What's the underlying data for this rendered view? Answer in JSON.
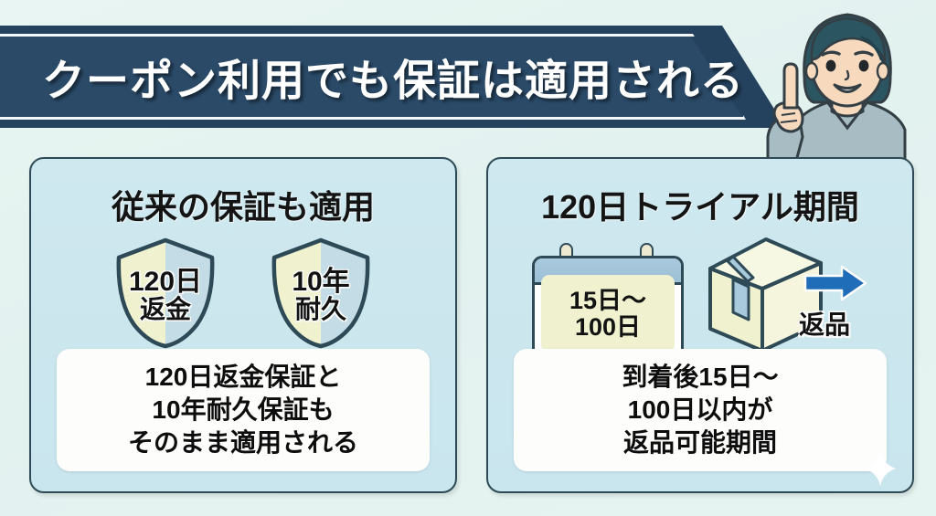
{
  "banner": {
    "title": "クーポン利用でも保証は適用される",
    "bg_color": "#24415e"
  },
  "illustration": {
    "person_name": "pointing-woman-illustration",
    "hair_color": "#2c5562",
    "skin_color": "#f7d9bd",
    "shirt_color": "#a8bcc4"
  },
  "cards": [
    {
      "id": "traditional-warranty",
      "title": "従来の保証も適用",
      "badges": [
        {
          "icon": "shield-icon",
          "line1": "120日",
          "line2": "返金"
        },
        {
          "icon": "shield-icon",
          "line1": "10年",
          "line2": "耐久"
        }
      ],
      "description_lines": [
        "120日返金保証と",
        "10年耐久保証も",
        "そのまま適用される"
      ]
    },
    {
      "id": "trial-period",
      "title": "120日トライアル期間",
      "calendar": {
        "icon": "calendar-icon",
        "line1": "15日〜",
        "line2": "100日"
      },
      "package": {
        "icon": "package-box-icon",
        "arrow_icon": "arrow-right-icon",
        "arrow_color": "#1f6cb8",
        "label": "返品"
      },
      "description_lines": [
        "到着後15日〜",
        "100日以内が",
        "返品可能期間"
      ]
    }
  ],
  "theme": {
    "background": "#e4f3f0",
    "card_background": "#cbe6ef",
    "card_border": "#2e4a57",
    "shield_left_fill": "#eff1cf",
    "shield_right_fill": "#c3dce6",
    "accent_blue": "#1f6cb8"
  },
  "decorations": [
    {
      "name": "sparkle-icon"
    }
  ]
}
